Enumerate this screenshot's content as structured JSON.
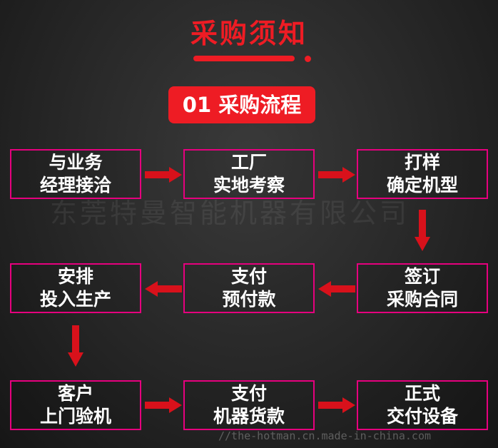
{
  "header": {
    "title": "采购须知",
    "section_label": "01 采购流程"
  },
  "steps": [
    {
      "line1": "与业务",
      "line2": "经理接洽"
    },
    {
      "line1": "工厂",
      "line2": "实地考察"
    },
    {
      "line1": "打样",
      "line2": "确定机型"
    },
    {
      "line1": "签订",
      "line2": "采购合同"
    },
    {
      "line1": "支付",
      "line2": "预付款"
    },
    {
      "line1": "安排",
      "line2": "投入生产"
    },
    {
      "line1": "客户",
      "line2": "上门验机"
    },
    {
      "line1": "支付",
      "line2": "机器货款"
    },
    {
      "line1": "正式",
      "line2": "交付设备"
    }
  ],
  "watermark": {
    "company": "东莞特曼智能机器有限公司",
    "url": "//the-hotman.cn.made-in-china.com"
  },
  "colors": {
    "accent": "#ee1c24",
    "box_border": "#e6007e",
    "arrow": "#d8111b"
  }
}
